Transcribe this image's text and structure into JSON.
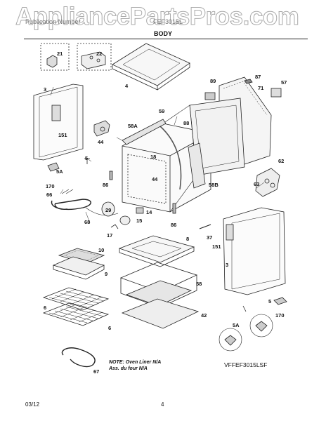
{
  "header": {
    "left_text": "Publication Number",
    "right_text": "FEF3015L",
    "section_title": "BODY"
  },
  "watermark": "AppliancePartsPros.com",
  "callouts": [
    "21",
    "22",
    "4",
    "3",
    "89",
    "87",
    "71",
    "57",
    "59",
    "58A",
    "88",
    "151",
    "44",
    "5",
    "18",
    "5A",
    "170",
    "66",
    "86",
    "44",
    "58B",
    "62",
    "63",
    "29",
    "14",
    "15",
    "68",
    "17",
    "86",
    "37",
    "151",
    "8",
    "3",
    "10",
    "9",
    "58",
    "42",
    "6",
    "6",
    "5",
    "5A",
    "170",
    "67"
  ],
  "note": {
    "line1": "NOTE: Oven Liner N/A",
    "line2": "Ass. du four N/A"
  },
  "model_number": "VFFEF3015LSF",
  "footer": {
    "date": "03/12",
    "page_number": "4"
  }
}
